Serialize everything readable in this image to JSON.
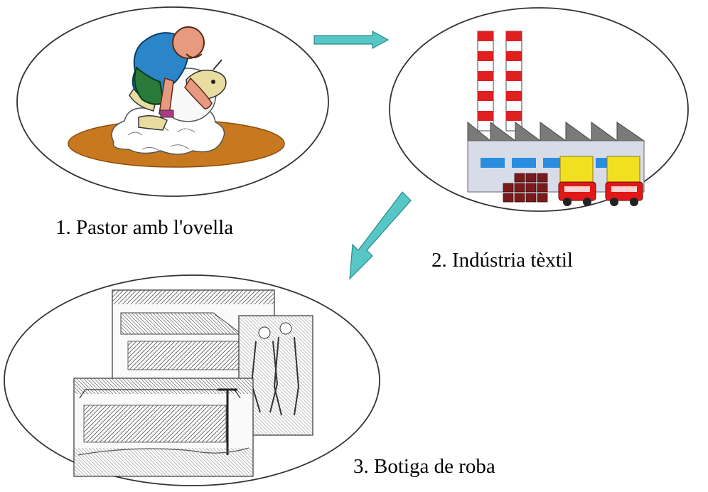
{
  "steps": [
    {
      "label": "1. Pastor amb l'ovella",
      "illustration": "shepherd-shearing-sheep"
    },
    {
      "label": "2. Indústria tèxtil",
      "illustration": "textile-factory"
    },
    {
      "label": "3. Botiga de roba",
      "illustration": "clothing-shop-sketch"
    }
  ],
  "arrows": [
    {
      "from": 1,
      "to": 2,
      "direction": "right"
    },
    {
      "from": 2,
      "to": 3,
      "direction": "down-left"
    }
  ],
  "colors": {
    "arrow": "#56c6c6",
    "ellipse_stroke": "#333333",
    "ground": "#c8791f",
    "shirt": "#2a86c8",
    "chimney_red": "#e02020",
    "factory_gray": "#7a7a7a",
    "window_blue": "#2a8ee0",
    "crates": "#7a1a1a",
    "truck_yellow": "#f2e020",
    "truck_red": "#e01818"
  }
}
